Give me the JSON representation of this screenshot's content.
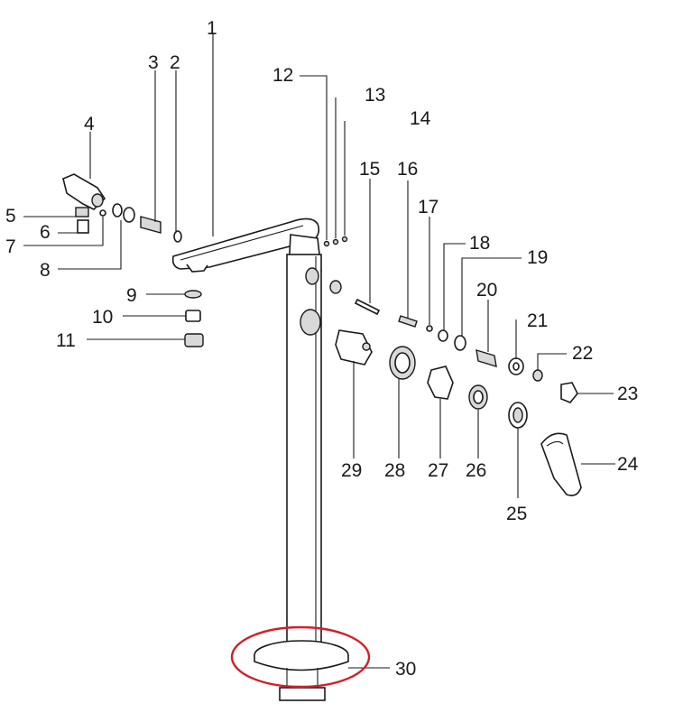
{
  "callouts": {
    "c1": "1",
    "c2": "2",
    "c3": "3",
    "c4": "4",
    "c5": "5",
    "c6": "6",
    "c7": "7",
    "c8": "8",
    "c9": "9",
    "c10": "10",
    "c11": "11",
    "c12": "12",
    "c13": "13",
    "c14": "14",
    "c15": "15",
    "c16": "16",
    "c17": "17",
    "c18": "18",
    "c19": "19",
    "c20": "20",
    "c21": "21",
    "c22": "22",
    "c23": "23",
    "c24": "24",
    "c25": "25",
    "c26": "26",
    "c27": "27",
    "c28": "28",
    "c29": "29",
    "c30": "30"
  },
  "colors": {
    "line": "#1a1a1a",
    "highlight": "#d0202a",
    "background": "#ffffff"
  }
}
